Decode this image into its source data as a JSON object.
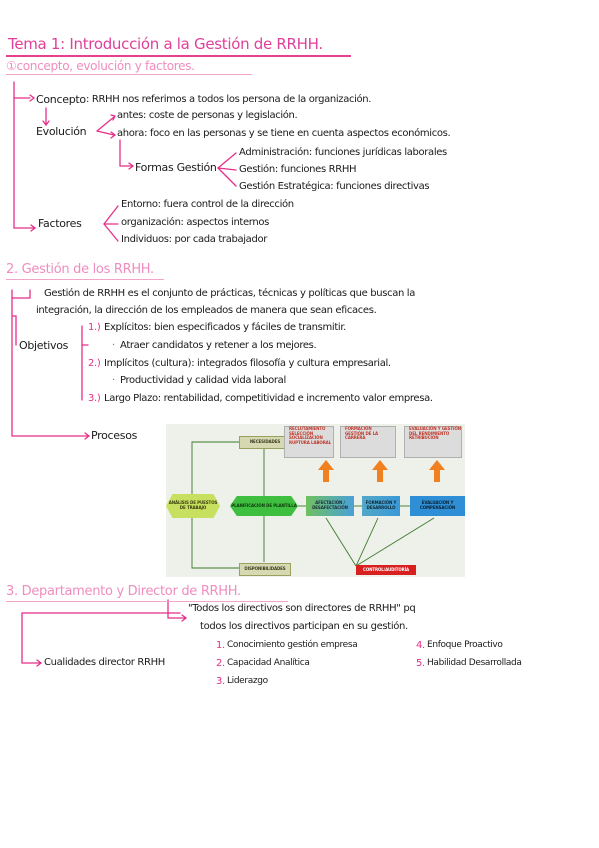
{
  "section1": {
    "title": "Tema 1: Introducción a la Gestión de RRHH.",
    "subtitle": "①concepto, evolución y factores.",
    "concepto_label": "Concepto",
    "concepto_text": ": RRHH nos referimos a todos los persona de la organización.",
    "evolucion_label": "Evolución",
    "antes_text": "antes: coste de personas y legislación.",
    "ahora_text": "ahora: foco en las personas y se tiene en cuenta aspectos económicos.",
    "formas_label": "Formas Gestión",
    "formas": [
      "Administración: funciones jurídicas laborales",
      "Gestión: funciones RRHH",
      "Gestión Estratégica: funciones directivas"
    ],
    "factores_label": "Factores",
    "factores": [
      "Entorno: fuera control de la dirección",
      "organización: aspectos internos",
      "Individuos: por cada trabajador"
    ]
  },
  "section2": {
    "title": "2. Gestión de los RRHH.",
    "definition_line1": "Gestión de RRHH es el conjunto de prácticas, técnicas y políticas que buscan la",
    "definition_line2": "integración, la dirección de los empleados de manera que sean eficaces.",
    "objetivos_label": "Objetivos",
    "objetivos": [
      {
        "num": "1.)",
        "text": "Explícitos: bien especificados y fáciles de transmitir."
      },
      {
        "num": "·",
        "text": "Atraer candidatos y retener a los mejores."
      },
      {
        "num": "2.)",
        "text": "Implícitos (cultura): integrados filosofía y cultura empresarial."
      },
      {
        "num": "·",
        "text": "Productividad y calidad vida laboral"
      },
      {
        "num": "3.)",
        "text": "Largo Plazo: rentabilidad, competitividad e incremento valor empresa."
      }
    ],
    "procesos_label": "Procesos"
  },
  "diagram": {
    "analisis": "ANÁLISIS DE PUESTOS DE TRABAJO",
    "necesidades": "NECESIDADES",
    "planificacion": "PLANIFICACIÓN DE PLANTILLA",
    "disponibilidades": "DISPONIBILIDADES",
    "afectacion": "AFECTACIÓN / DESAFECTACIÓN",
    "formacion": "FORMACIÓN Y DESARROLLO",
    "evaluacion": "EVALUACIÓN Y COMPENSACIÓN",
    "control": "CONTROL/AUDITORÍA",
    "grey1": [
      "RECLUTAMIENTO",
      "SELECCIÓN",
      "SOCIALIZACIÓN",
      "RUPTURA LABORAL"
    ],
    "grey2": [
      "FORMACIÓN",
      "GESTIÓN DE LA CARRERA"
    ],
    "grey3": [
      "EVALUACIÓN Y GESTIÓN",
      "DEL RENDIMIENTO",
      "RETRIBUCIÓN"
    ]
  },
  "section3": {
    "title": "3. Departamento y Director de RRHH.",
    "quote_line1": "\"Todos los directivos son directores de RRHH\" pq",
    "quote_line2": "todos los directivos participan en su gestión.",
    "cualidades_label": "Cualidades director RRHH",
    "cualidades": [
      {
        "num": "1.",
        "text": "Conocimiento gestión empresa"
      },
      {
        "num": "2.",
        "text": "Capacidad Analítica"
      },
      {
        "num": "3.",
        "text": "Liderazgo"
      },
      {
        "num": "4.",
        "text": "Enfoque Proactivo"
      },
      {
        "num": "5.",
        "text": "Habilidad Desarrollada"
      }
    ]
  },
  "colors": {
    "title_pink": "#e0409a",
    "subtitle_pink": "#f08cbf",
    "arrow_pink": "#e62e8a",
    "diagram_green": "#3fbf3f",
    "diagram_blue": "#2e8fd6",
    "diagram_red": "#c0392b",
    "diagram_orange": "#f08020"
  }
}
